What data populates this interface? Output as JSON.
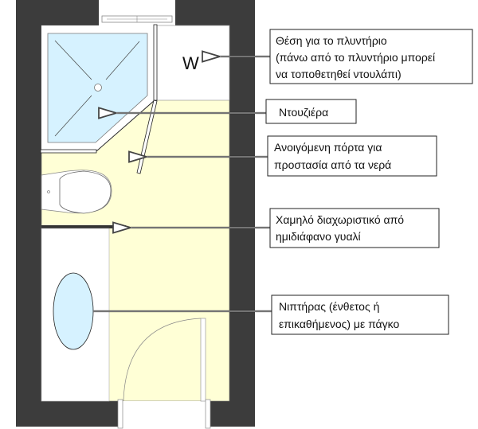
{
  "plan": {
    "washer_mark": "W",
    "colors": {
      "wall": "#3c3c3c",
      "floor": "#ffffd6",
      "water": "#d6f2ff",
      "fixture": "#ffffff"
    }
  },
  "labels": {
    "washer": [
      "Θέση για το πλυντήριο",
      "(πάνω από το πλυντήριο μπορεί",
      "να τοποθετηθεί ντουλάπι)"
    ],
    "shower": [
      "Ντουζιέρα"
    ],
    "door": [
      "Ανοιγόμενη πόρτα για",
      "προστασία από τα νερά"
    ],
    "partition": [
      "Χαμηλό διαχωριστικό από",
      "ημιδιάφανο γυαλί"
    ],
    "sink": [
      "Νιπτήρας (ένθετος ή",
      "επικαθήμενος) με πάγκο"
    ]
  }
}
